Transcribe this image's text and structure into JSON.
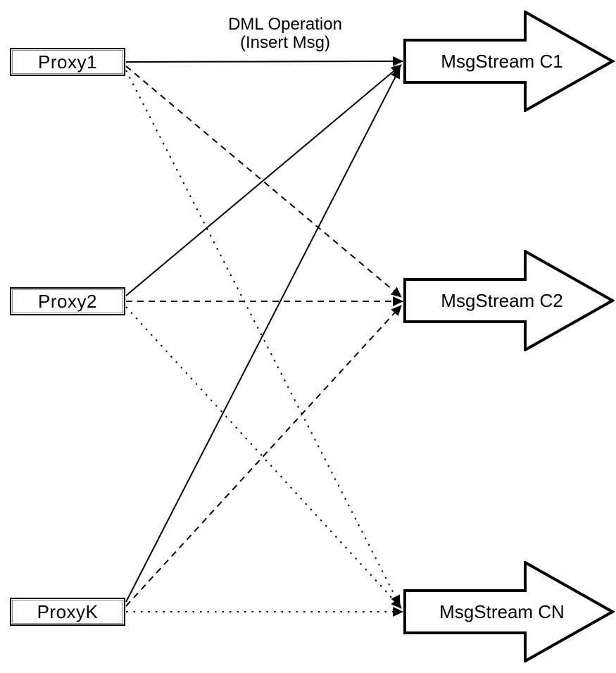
{
  "diagram": {
    "title_annotation": {
      "line1": "DML Operation",
      "line2": "(Insert Msg)"
    },
    "proxies": [
      {
        "id": "proxy1",
        "label": "Proxy1"
      },
      {
        "id": "proxy2",
        "label": "Proxy2"
      },
      {
        "id": "proxyk",
        "label": "ProxyK"
      }
    ],
    "streams": [
      {
        "id": "c1",
        "label": "MsgStream C1"
      },
      {
        "id": "c2",
        "label": "MsgStream C2"
      },
      {
        "id": "cn",
        "label": "MsgStream CN"
      }
    ],
    "edges": [
      {
        "from": "Proxy1",
        "to": "MsgStream C1",
        "style": "solid"
      },
      {
        "from": "Proxy1",
        "to": "MsgStream C2",
        "style": "dashed"
      },
      {
        "from": "Proxy1",
        "to": "MsgStream CN",
        "style": "dotted"
      },
      {
        "from": "Proxy2",
        "to": "MsgStream C1",
        "style": "solid"
      },
      {
        "from": "Proxy2",
        "to": "MsgStream C2",
        "style": "dashed"
      },
      {
        "from": "Proxy2",
        "to": "MsgStream CN",
        "style": "dotted"
      },
      {
        "from": "ProxyK",
        "to": "MsgStream C1",
        "style": "solid"
      },
      {
        "from": "ProxyK",
        "to": "MsgStream C2",
        "style": "dashed"
      },
      {
        "from": "ProxyK",
        "to": "MsgStream CN",
        "style": "dotted"
      }
    ],
    "colors": {
      "line": "#000000",
      "node_fill": "#ffffff",
      "text": "#000000"
    }
  }
}
